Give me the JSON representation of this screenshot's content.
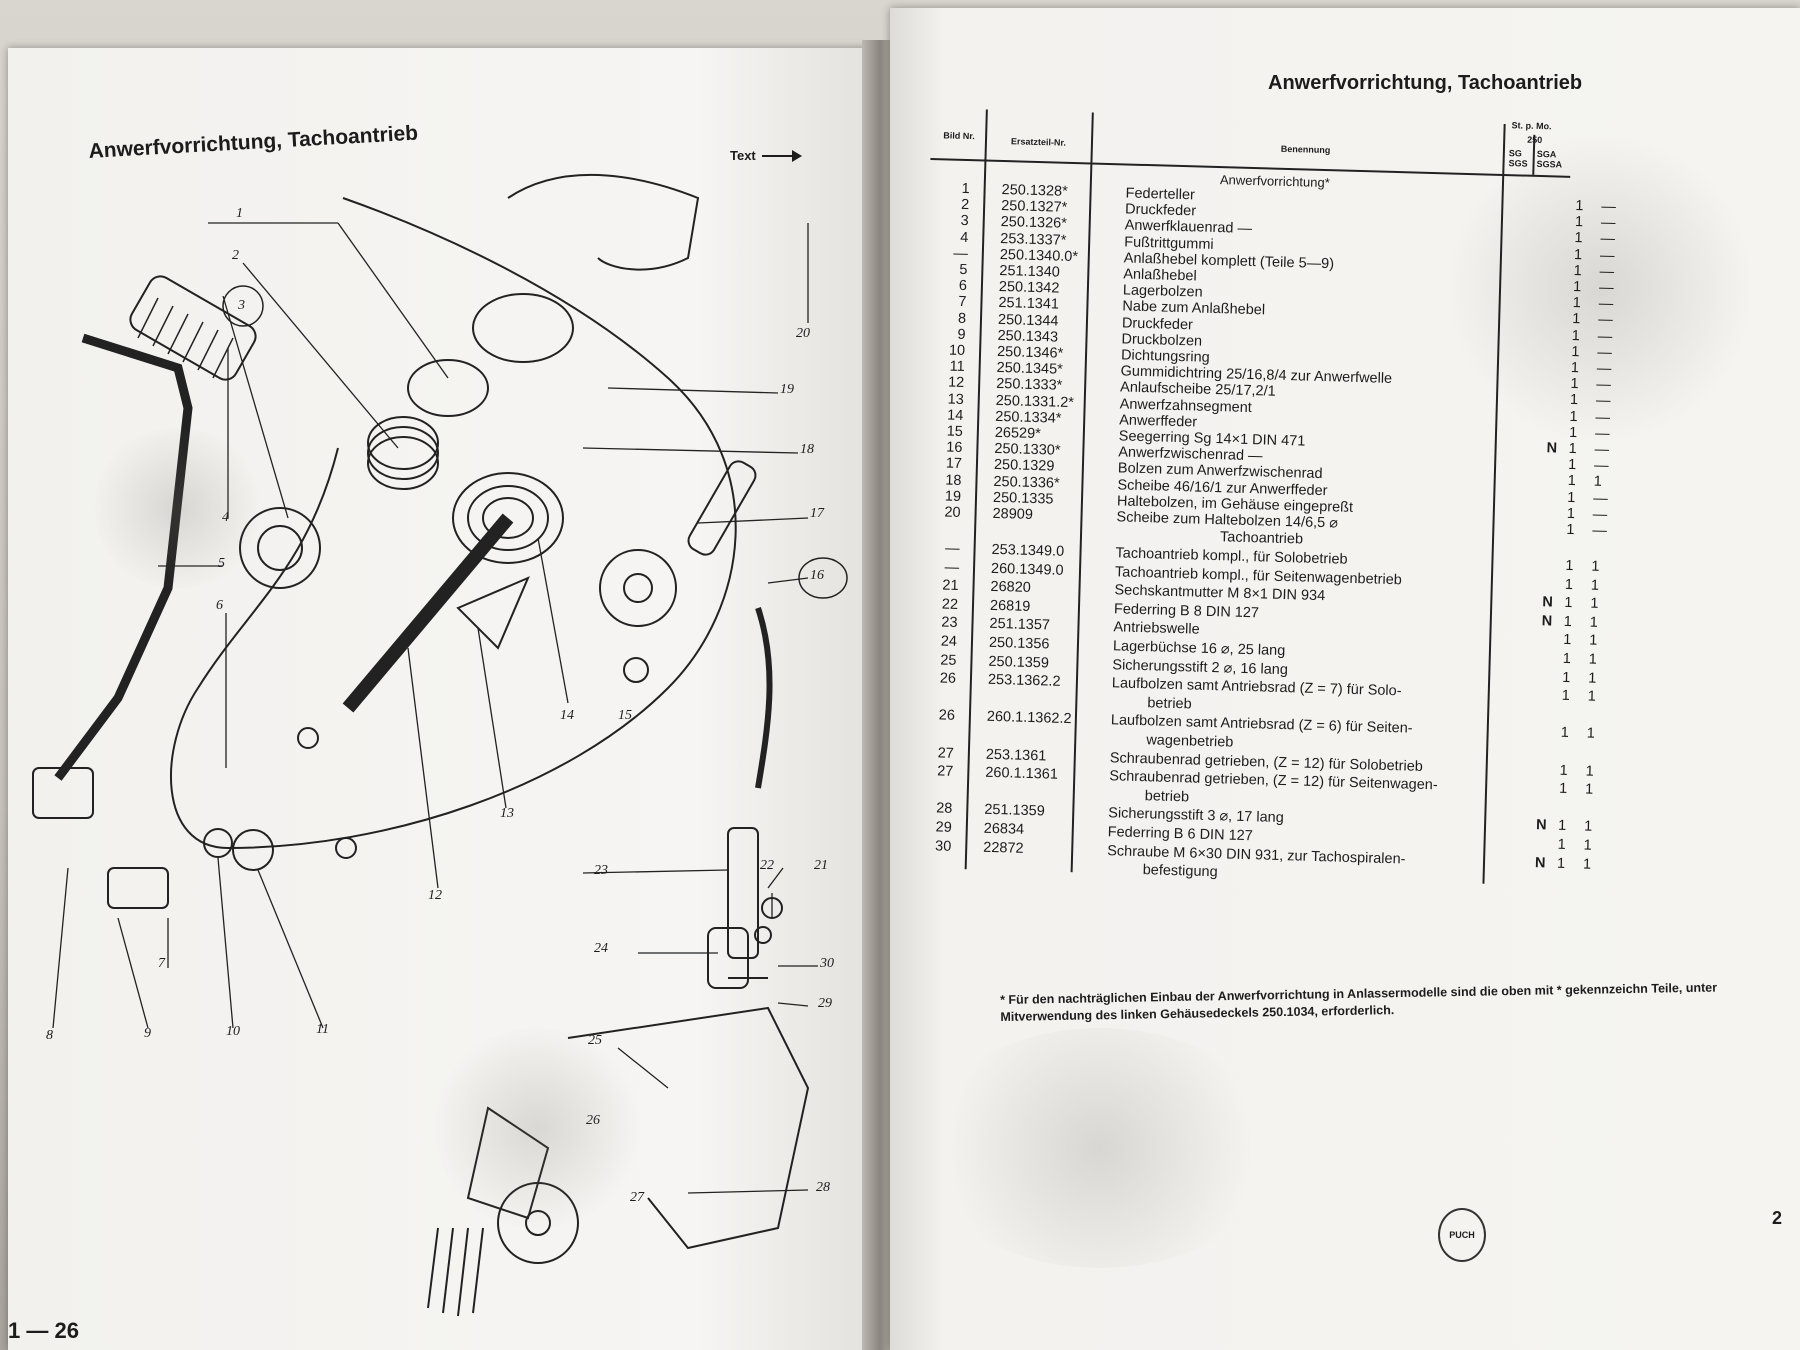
{
  "left_page": {
    "title": "Anwerfvorrichtung, Tachoantrieb",
    "text_link": "Text",
    "page_number": "1 — 26",
    "callouts": [
      "1",
      "2",
      "3",
      "4",
      "5",
      "6",
      "7",
      "8",
      "9",
      "10",
      "11",
      "12",
      "13",
      "14",
      "15",
      "16",
      "17",
      "18",
      "19",
      "20",
      "21",
      "22",
      "23",
      "24",
      "25",
      "26",
      "27",
      "28",
      "29",
      "30"
    ]
  },
  "right_page": {
    "title": "Anwerfvorrichtung, Tachoantrieb",
    "headers": {
      "bild_nr": "Bild Nr.",
      "ersatzteil_nr": "Ersatzteil-Nr.",
      "benennung": "Benennung",
      "st_p_mo": "St. p. Mo.",
      "model_250": "250",
      "models_a": "SG SGS",
      "models_b": "SGA SGSA"
    },
    "section_anwerf": "Anwerfvorrichtung*",
    "section_tacho": "Tachoantrieb",
    "rows_anwerf": [
      {
        "bild": "1",
        "part": "250.1328*",
        "name": "Federteller",
        "n": "",
        "q1": "1",
        "q2": "—"
      },
      {
        "bild": "2",
        "part": "250.1327*",
        "name": "Druckfeder",
        "n": "",
        "q1": "1",
        "q2": "—"
      },
      {
        "bild": "3",
        "part": "250.1326*",
        "name": "Anwerfklauenrad —",
        "n": "",
        "q1": "1",
        "q2": "—"
      },
      {
        "bild": "4",
        "part": "253.1337*",
        "name": "Fußtrittgummi",
        "n": "",
        "q1": "1",
        "q2": "—"
      },
      {
        "bild": "—",
        "part": "250.1340.0*",
        "name": "Anlaßhebel komplett (Teile 5—9)",
        "n": "",
        "q1": "1",
        "q2": "—"
      },
      {
        "bild": "5",
        "part": "251.1340",
        "name": "Anlaßhebel",
        "n": "",
        "q1": "1",
        "q2": "—"
      },
      {
        "bild": "6",
        "part": "250.1342",
        "name": "Lagerbolzen",
        "n": "",
        "q1": "1",
        "q2": "—"
      },
      {
        "bild": "7",
        "part": "251.1341",
        "name": "Nabe zum Anlaßhebel",
        "n": "",
        "q1": "1",
        "q2": "—"
      },
      {
        "bild": "8",
        "part": "250.1344",
        "name": "Druckfeder",
        "n": "",
        "q1": "1",
        "q2": "—"
      },
      {
        "bild": "9",
        "part": "250.1343",
        "name": "Druckbolzen",
        "n": "",
        "q1": "1",
        "q2": "—"
      },
      {
        "bild": "10",
        "part": "250.1346*",
        "name": "Dichtungsring",
        "n": "",
        "q1": "1",
        "q2": "—"
      },
      {
        "bild": "11",
        "part": "250.1345*",
        "name": "Gummidichtring 25/16,8/4 zur Anwerfwelle",
        "n": "",
        "q1": "1",
        "q2": "—"
      },
      {
        "bild": "12",
        "part": "250.1333*",
        "name": "Anlaufscheibe 25/17,2/1",
        "n": "",
        "q1": "1",
        "q2": "—"
      },
      {
        "bild": "13",
        "part": "250.1331.2*",
        "name": "Anwerfzahnsegment",
        "n": "",
        "q1": "1",
        "q2": "—"
      },
      {
        "bild": "14",
        "part": "250.1334*",
        "name": "Anwerffeder",
        "n": "",
        "q1": "1",
        "q2": "—"
      },
      {
        "bild": "15",
        "part": "26529*",
        "name": "Seegerring Sg 14×1 DIN 471",
        "n": "N",
        "q1": "1",
        "q2": "—"
      },
      {
        "bild": "16",
        "part": "250.1330*",
        "name": "Anwerfzwischenrad —",
        "n": "",
        "q1": "1",
        "q2": "—"
      },
      {
        "bild": "17",
        "part": "250.1329",
        "name": "Bolzen zum Anwerfzwischenrad",
        "n": "",
        "q1": "1",
        "q2": "1"
      },
      {
        "bild": "18",
        "part": "250.1336*",
        "name": "Scheibe 46/16/1 zur Anwerffeder",
        "n": "",
        "q1": "1",
        "q2": "—"
      },
      {
        "bild": "19",
        "part": "250.1335",
        "name": "Haltebolzen, im Gehäuse eingepreßt",
        "n": "",
        "q1": "1",
        "q2": "—"
      },
      {
        "bild": "20",
        "part": "28909",
        "name": "Scheibe zum Haltebolzen 14/6,5 ⌀",
        "n": "",
        "q1": "1",
        "q2": "—"
      }
    ],
    "rows_tacho": [
      {
        "bild": "—",
        "part": "253.1349.0",
        "name": "Tachoantrieb kompl., für Solobetrieb",
        "n": "",
        "q1": "1",
        "q2": "1"
      },
      {
        "bild": "—",
        "part": "260.1349.0",
        "name": "Tachoantrieb kompl., für Seitenwagenbetrieb",
        "n": "",
        "q1": "1",
        "q2": "1"
      },
      {
        "bild": "21",
        "part": "26820",
        "name": "Sechskantmutter M 8×1 DIN 934",
        "n": "N",
        "q1": "1",
        "q2": "1"
      },
      {
        "bild": "22",
        "part": "26819",
        "name": "Federring B 8 DIN 127",
        "n": "N",
        "q1": "1",
        "q2": "1"
      },
      {
        "bild": "23",
        "part": "251.1357",
        "name": "Antriebswelle",
        "n": "",
        "q1": "1",
        "q2": "1"
      },
      {
        "bild": "24",
        "part": "250.1356",
        "name": "Lagerbüchse 16 ⌀, 25 lang",
        "n": "",
        "q1": "1",
        "q2": "1"
      },
      {
        "bild": "25",
        "part": "250.1359",
        "name": "Sicherungsstift 2 ⌀, 16 lang",
        "n": "",
        "q1": "1",
        "q2": "1"
      },
      {
        "bild": "26",
        "part": "253.1362.2",
        "name": "Laufbolzen samt Antriebsrad (Z = 7) für Solo-",
        "name2": "betrieb",
        "n": "",
        "q1": "1",
        "q2": "1"
      },
      {
        "bild": "26",
        "part": "260.1.1362.2",
        "name": "Laufbolzen samt Antriebsrad (Z = 6) für Seiten-",
        "name2": "wagenbetrieb",
        "n": "",
        "q1": "1",
        "q2": "1"
      },
      {
        "bild": "27",
        "part": "253.1361",
        "name": "Schraubenrad getrieben, (Z = 12) für Solobetrieb",
        "n": "",
        "q1": "1",
        "q2": "1"
      },
      {
        "bild": "27",
        "part": "260.1.1361",
        "name": "Schraubenrad getrieben, (Z = 12) für Seitenwagen-",
        "name2": "betrieb",
        "n": "",
        "q1": "1",
        "q2": "1"
      },
      {
        "bild": "28",
        "part": "251.1359",
        "name": "Sicherungsstift 3 ⌀, 17 lang",
        "n": "N",
        "q1": "1",
        "q2": "1"
      },
      {
        "bild": "29",
        "part": "26834",
        "name": "Federring B 6 DIN 127",
        "n": "",
        "q1": "1",
        "q2": "1"
      },
      {
        "bild": "30",
        "part": "22872",
        "name": "Schraube M 6×30 DIN 931, zur Tachospiralen-",
        "name2": "befestigung",
        "n": "N",
        "q1": "1",
        "q2": "1"
      }
    ],
    "footnote": "* Für den nachträglichen Einbau der Anwerfvorrichtung in Anlassermodelle sind die oben mit * gekennzeichn Teile, unter Mitverwendung des linken Gehäusedeckels 250.1034, erforderlich.",
    "logo_text": "PUCH",
    "page_number": "2"
  }
}
